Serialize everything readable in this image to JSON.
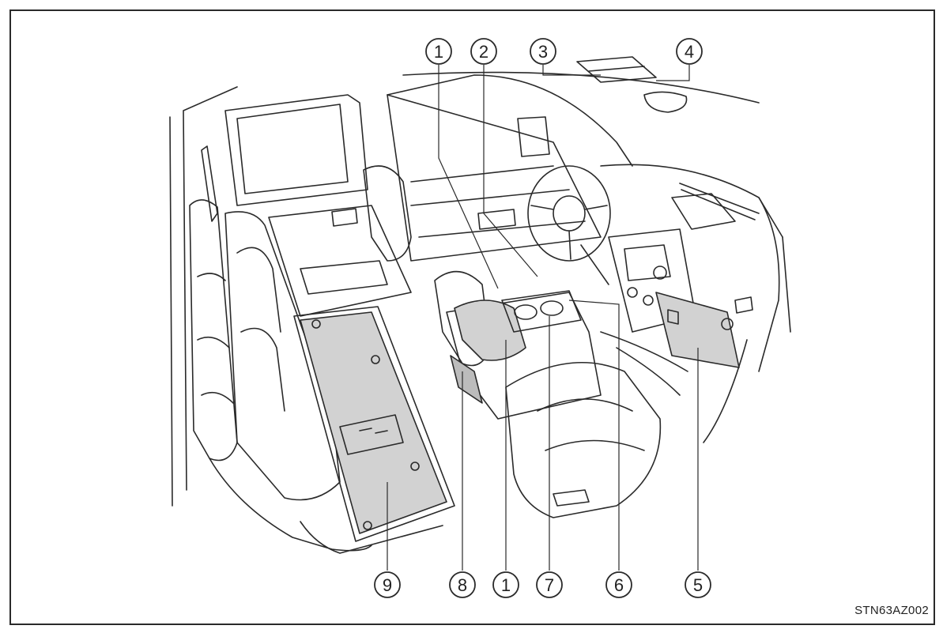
{
  "figure": {
    "code": "STN63AZ002"
  },
  "callouts": [
    {
      "label": "1"
    },
    {
      "label": "2"
    },
    {
      "label": "3"
    },
    {
      "label": "4"
    },
    {
      "label": "9"
    },
    {
      "label": "8"
    },
    {
      "label": "1"
    },
    {
      "label": "7"
    },
    {
      "label": "6"
    },
    {
      "label": "5"
    }
  ],
  "colors": {
    "line": "#2a2a2a",
    "shade": "#d2d2d2",
    "background": "#ffffff"
  }
}
